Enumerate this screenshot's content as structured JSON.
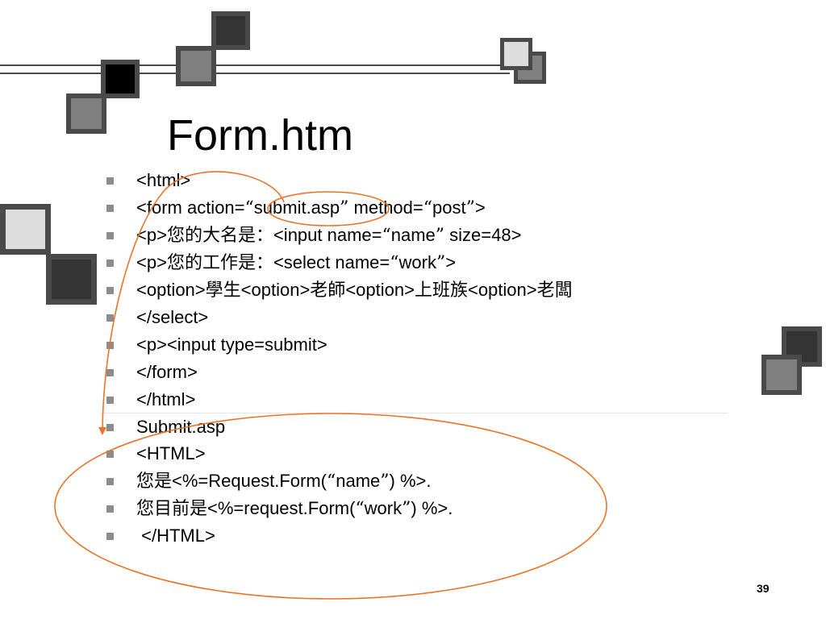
{
  "slide": {
    "title": "Form.htm",
    "page_number": "39",
    "accent_color": "#e8742a",
    "bullets": [
      {
        "parts": [
          "<html>"
        ]
      },
      {
        "parts": [
          "<form action=",
          "“",
          "submit.asp",
          "”",
          " method=",
          "“",
          "post",
          "”",
          ">"
        ]
      },
      {
        "parts": [
          "<p>",
          "您的大名是：",
          "<input name=",
          "“",
          "name",
          "”",
          " size=48>"
        ]
      },
      {
        "parts": [
          "<p>",
          "您的工作是：",
          "<select name=",
          "“",
          "work",
          "”",
          ">"
        ]
      },
      {
        "parts": [
          "<option>",
          "學生",
          "<option>",
          "老師",
          "<option>",
          "上班族",
          "<option>",
          "老闆"
        ]
      },
      {
        "parts": [
          "</select>"
        ]
      },
      {
        "parts": [
          "<p><input type=submit>"
        ]
      },
      {
        "parts": [
          "</form>"
        ]
      },
      {
        "parts": [
          "</html>"
        ]
      },
      {
        "parts": [
          "Submit.asp"
        ]
      },
      {
        "parts": [
          "<HTML>"
        ]
      },
      {
        "parts": [
          "您是",
          "<%=Request.Form(",
          "“",
          "name",
          "”",
          ") %>."
        ]
      },
      {
        "parts": [
          "您目前是",
          "<%=request.Form(",
          "“",
          "work",
          "”",
          ") %>."
        ]
      },
      {
        "parts": [
          " </HTML>"
        ]
      }
    ]
  }
}
